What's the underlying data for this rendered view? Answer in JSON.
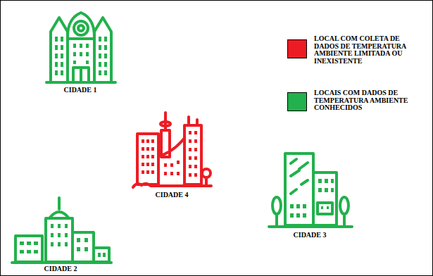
{
  "diagram": {
    "nodes": [
      {
        "text": [
          "CIDADE 1"
        ]
      },
      {
        "text": [
          "CIDADE 4"
        ]
      },
      {
        "text": [
          "CIDADE 3"
        ]
      },
      {
        "text": [
          "CIDADE 2"
        ]
      }
    ],
    "legend": [
      {
        "text": "LOCAL COM COLETA DE DADOS DE TEMPERATURA AMBIENTE LIMITADA OU INEXISTENTE",
        "color": "#ed1c24"
      },
      {
        "text": "LOCAIS COM DADOS DE TEMPERATURA AMBIENTE CONHECIDOS",
        "color": "#22b14c"
      }
    ]
  }
}
